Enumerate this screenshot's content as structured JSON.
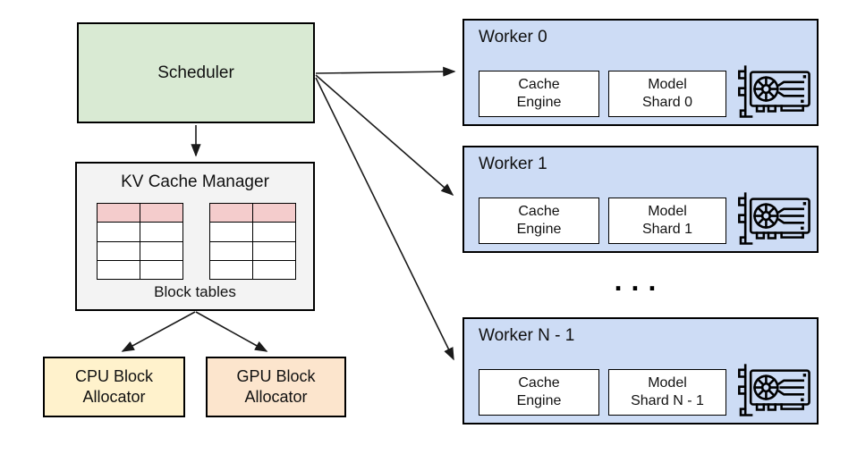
{
  "scheduler": {
    "label": "Scheduler"
  },
  "kv_cache_manager": {
    "title": "KV Cache Manager",
    "caption": "Block tables",
    "tables": {
      "count": 2,
      "rows": 4,
      "cols": 2
    }
  },
  "allocators": [
    {
      "label": "CPU Block\nAllocator"
    },
    {
      "label": "GPU Block\nAllocator"
    }
  ],
  "workers": [
    {
      "title": "Worker 0",
      "cache_engine": "Cache\nEngine",
      "model_shard": "Model\nShard 0"
    },
    {
      "title": "Worker 1",
      "cache_engine": "Cache\nEngine",
      "model_shard": "Model\nShard 1"
    },
    {
      "title": "Worker N - 1",
      "cache_engine": "Cache\nEngine",
      "model_shard": "Model\nShard N - 1"
    }
  ],
  "ellipsis": "...",
  "colors": {
    "scheduler_fill": "#d9ead3",
    "kv_manager_fill": "#f3f3f3",
    "table_highlight_row": "#f4cccc",
    "cpu_allocator_fill": "#fff2cc",
    "gpu_allocator_fill": "#fce5cd",
    "worker_fill": "#cddcf5",
    "line_color": "#1a1a1a"
  }
}
